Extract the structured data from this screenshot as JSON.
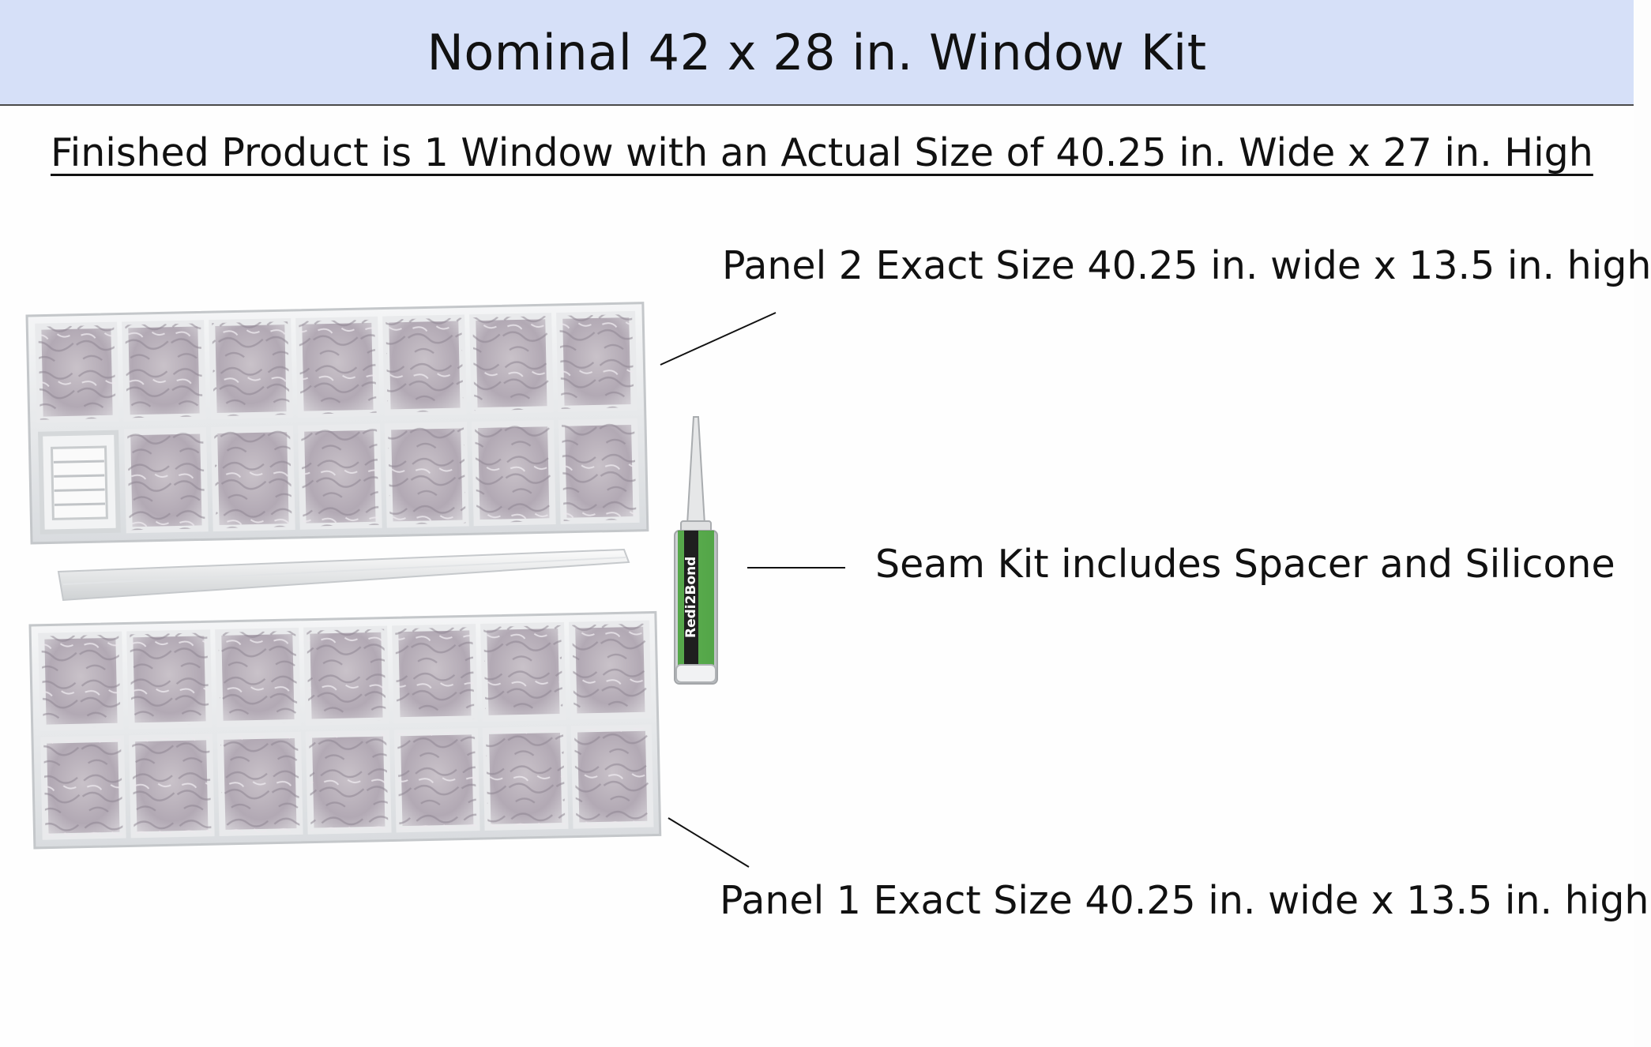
{
  "header": {
    "title": "Nominal 42 x 28 in. Window Kit",
    "background_color": "#d6e0f8"
  },
  "subtitle": "Finished Product is 1 Window with an Actual Size of 40.25 in. Wide x 27 in. High",
  "callouts": {
    "panel2": "Panel 2 Exact Size 40.25 in. wide x 13.5 in. high",
    "seam_kit": "Seam Kit includes Spacer and Silicone",
    "panel1": "Panel 1 Exact Size 40.25 in. wide x 13.5 in. high"
  },
  "product": {
    "silicone_tube_brand": "Redi2Bond",
    "panel_grid": {
      "columns": 7,
      "rows": 2
    },
    "vent_position": "bottom-left of panel 2"
  }
}
